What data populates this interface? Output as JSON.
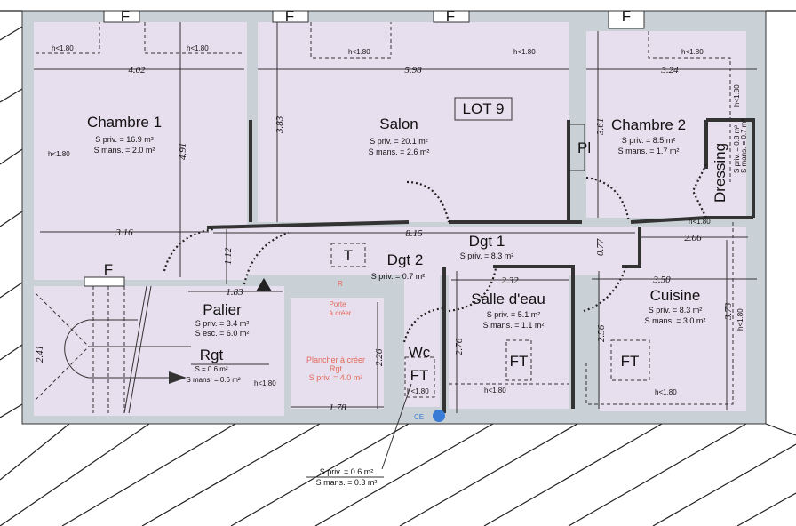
{
  "lot_label": "LOT 9",
  "rooms": {
    "chambre1": {
      "name": "Chambre 1",
      "priv": "S priv. = 16.9 m²",
      "mans": "S mans. = 2.0 m²"
    },
    "salon": {
      "name": "Salon",
      "priv": "S priv. = 20.1 m²",
      "mans": "S mans. = 2.6 m²"
    },
    "chambre2": {
      "name": "Chambre 2",
      "priv": "S priv. = 8.5 m²",
      "mans": "S mans. = 1.7 m²"
    },
    "dressing": {
      "name": "Dressing",
      "priv": "S priv. = 0.8 m²",
      "mans": "S mans. = 0.7 m²"
    },
    "dgt1": {
      "name": "Dgt 1",
      "priv": "S priv. = 8.3 m²"
    },
    "dgt2": {
      "name": "Dgt 2",
      "priv": "S priv. = 0.7 m²"
    },
    "salle_eau": {
      "name": "Salle d'eau",
      "priv": "S priv. = 5.1 m²",
      "mans": "S mans. = 1.1 m²"
    },
    "cuisine": {
      "name": "Cuisine",
      "priv": "S priv. = 8.3 m²",
      "mans": "S mans. = 3.0 m²"
    },
    "palier": {
      "name": "Palier",
      "priv": "S priv. = 3.4 m²",
      "esc": "S esc. = 6.0 m²"
    },
    "rgt": {
      "name": "Rgt",
      "s": "S = 0.6 m²",
      "mans": "S mans. = 0.6 m²"
    },
    "wc": {
      "name": "Wc",
      "priv": "S priv. = 0.6 m²",
      "mans": "S mans. = 0.3 m²"
    },
    "plancher": {
      "line1": "Plancher à créer",
      "line2": "Rgt",
      "priv": "S priv. = 4.0 m²",
      "porte1": "Porte",
      "porte2": "à créer"
    }
  },
  "dimensions": [
    "4.02",
    "5.98",
    "3.24",
    "4.91",
    "3.83",
    "3.61",
    "3.16",
    "8.15",
    "2.06",
    "1.12",
    "0.77",
    "3.50",
    "2.32",
    "1.83",
    "2.41",
    "2.26",
    "1.78",
    "2.76",
    "2.56",
    "3.73"
  ],
  "labels": {
    "h": "h<1.80",
    "window": "F",
    "pl": "Pl",
    "t": "T",
    "ft": "FT",
    "ce": "CE",
    "r": "R"
  },
  "colors": {
    "room": "#e8dfee",
    "wall": "#c9d1d6",
    "red": "#e26a5a",
    "ce": "#3a7bd5"
  }
}
